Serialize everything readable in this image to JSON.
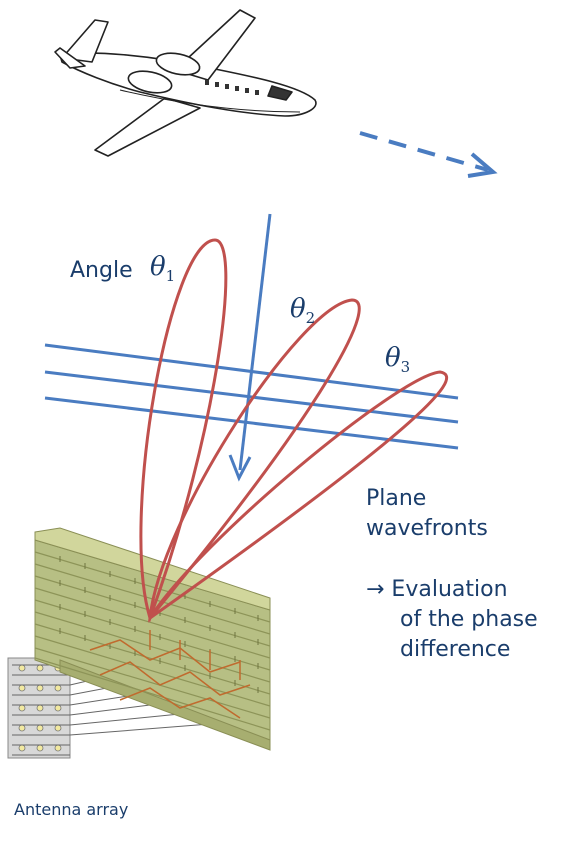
{
  "labels": {
    "angle_word": "Angle",
    "theta_symbol": "θ",
    "theta1_sub": "1",
    "theta2_sub": "2",
    "theta3_sub": "3",
    "plane_line1": "Plane",
    "plane_line2": "wavefronts",
    "eval_line1": "→ Evaluation",
    "eval_line2": "of the phase",
    "eval_line3": "difference",
    "antenna": "Antenna array"
  },
  "colors": {
    "blue": "#4a7cc1",
    "red": "#c0504d",
    "text": "#1a3d6b",
    "board": "#c3c98f",
    "trace": "#c06a2e"
  },
  "icons": [
    "airplane-icon",
    "direction-arrow-icon"
  ]
}
